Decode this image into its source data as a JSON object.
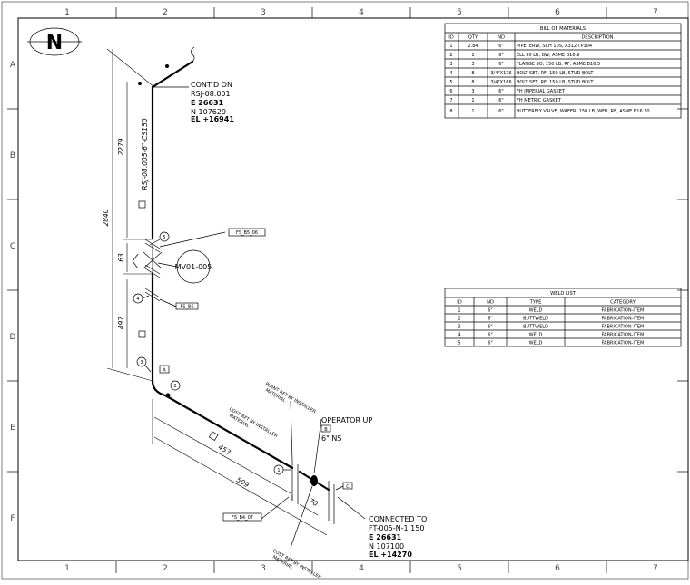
{
  "zones": {
    "columns": [
      "1",
      "2",
      "3",
      "4",
      "5",
      "6",
      "7"
    ],
    "rows": [
      "A",
      "B",
      "C",
      "D",
      "E",
      "F"
    ]
  },
  "north": {
    "letter": "N"
  },
  "bom": {
    "title": "BILL OF MATERIALS",
    "columns": [
      "ID",
      "QTY",
      "ND",
      "DESCRIPTION"
    ],
    "rows": [
      [
        "1",
        "2.84",
        "6\"",
        "PIPE, ERW, SCH 10S, A312-TP304"
      ],
      [
        "2",
        "1",
        "6\"",
        "ELL 90 LR, BW, ASME B16.9"
      ],
      [
        "3",
        "3",
        "6\"",
        "FLANGE SO, 150 LB, RF, ASME B16.5"
      ],
      [
        "4",
        "8",
        "3/4\"X176",
        "BOLT SET, RF, 150 LB, STUD BOLT"
      ],
      [
        "5",
        "8",
        "3/4\"X166",
        "BOLT SET, RF, 150 LB, STUD BOLT"
      ],
      [
        "6",
        "3",
        "6\"",
        "FH IMPERIAL GASKET"
      ],
      [
        "7",
        "1",
        "6\"",
        "FH METRIC GASKET"
      ],
      [
        "8",
        "1",
        "6\"",
        "BUTTERFLY VALVE, WAFER, 150 LB, WFR, RF, ASME B16.10"
      ]
    ]
  },
  "weld": {
    "title": "WELD LIST",
    "columns": [
      "ID",
      "ND",
      "TYPE",
      "CATEGORY"
    ],
    "rows": [
      [
        "1",
        "6\"",
        "WELD",
        "FABRICATION-ITEM"
      ],
      [
        "2",
        "6\"",
        "BUTTWELD",
        "FABRICATION-ITEM"
      ],
      [
        "3",
        "6\"",
        "BUTTWELD",
        "FABRICATION-ITEM"
      ],
      [
        "4",
        "6\"",
        "WELD",
        "FABRICATION-ITEM"
      ],
      [
        "5",
        "6\"",
        "WELD",
        "FABRICATION-ITEM"
      ]
    ]
  },
  "notes": {
    "contd": {
      "line1": "CONT'D ON",
      "line2": "RSJ-08.001",
      "line3": "E  26631",
      "line4": "N  107629",
      "line5": "EL  +16941"
    },
    "line_no": "RSJ-08.005-6\"-CS150",
    "connected": {
      "line1": "CONNECTED TO",
      "line2": "FT-005-N-1 150",
      "line3": "E  26631",
      "line4": "N  107100",
      "line5": "EL  +14270"
    },
    "operator": {
      "line1": "OPERATOR UP",
      "tag": "B",
      "line2": "6\" NS"
    },
    "valve_tag": "MV01-005",
    "flag_top": "FS_B5_06",
    "flag_mid": "FS_B6",
    "flag_bottom": "FS_B4_07",
    "small_tag_a": "A",
    "small_tag_c": "C",
    "spec1": "COST RFT BY INSTALLER",
    "spec1b": "MATERIAL",
    "spec2": "PLANT RFT BY INSTALLER",
    "spec2b": "MATERIAL",
    "spec3": "COST RFT BY INSTALLER",
    "spec3b": "MATERIAL"
  },
  "callouts": [
    "1",
    "2",
    "3",
    "4",
    "5"
  ],
  "dims": {
    "d2840": "2840",
    "d2279": "2279",
    "d63": "63",
    "d497": "497",
    "d453": "453",
    "d509": "509",
    "d70": "70"
  }
}
